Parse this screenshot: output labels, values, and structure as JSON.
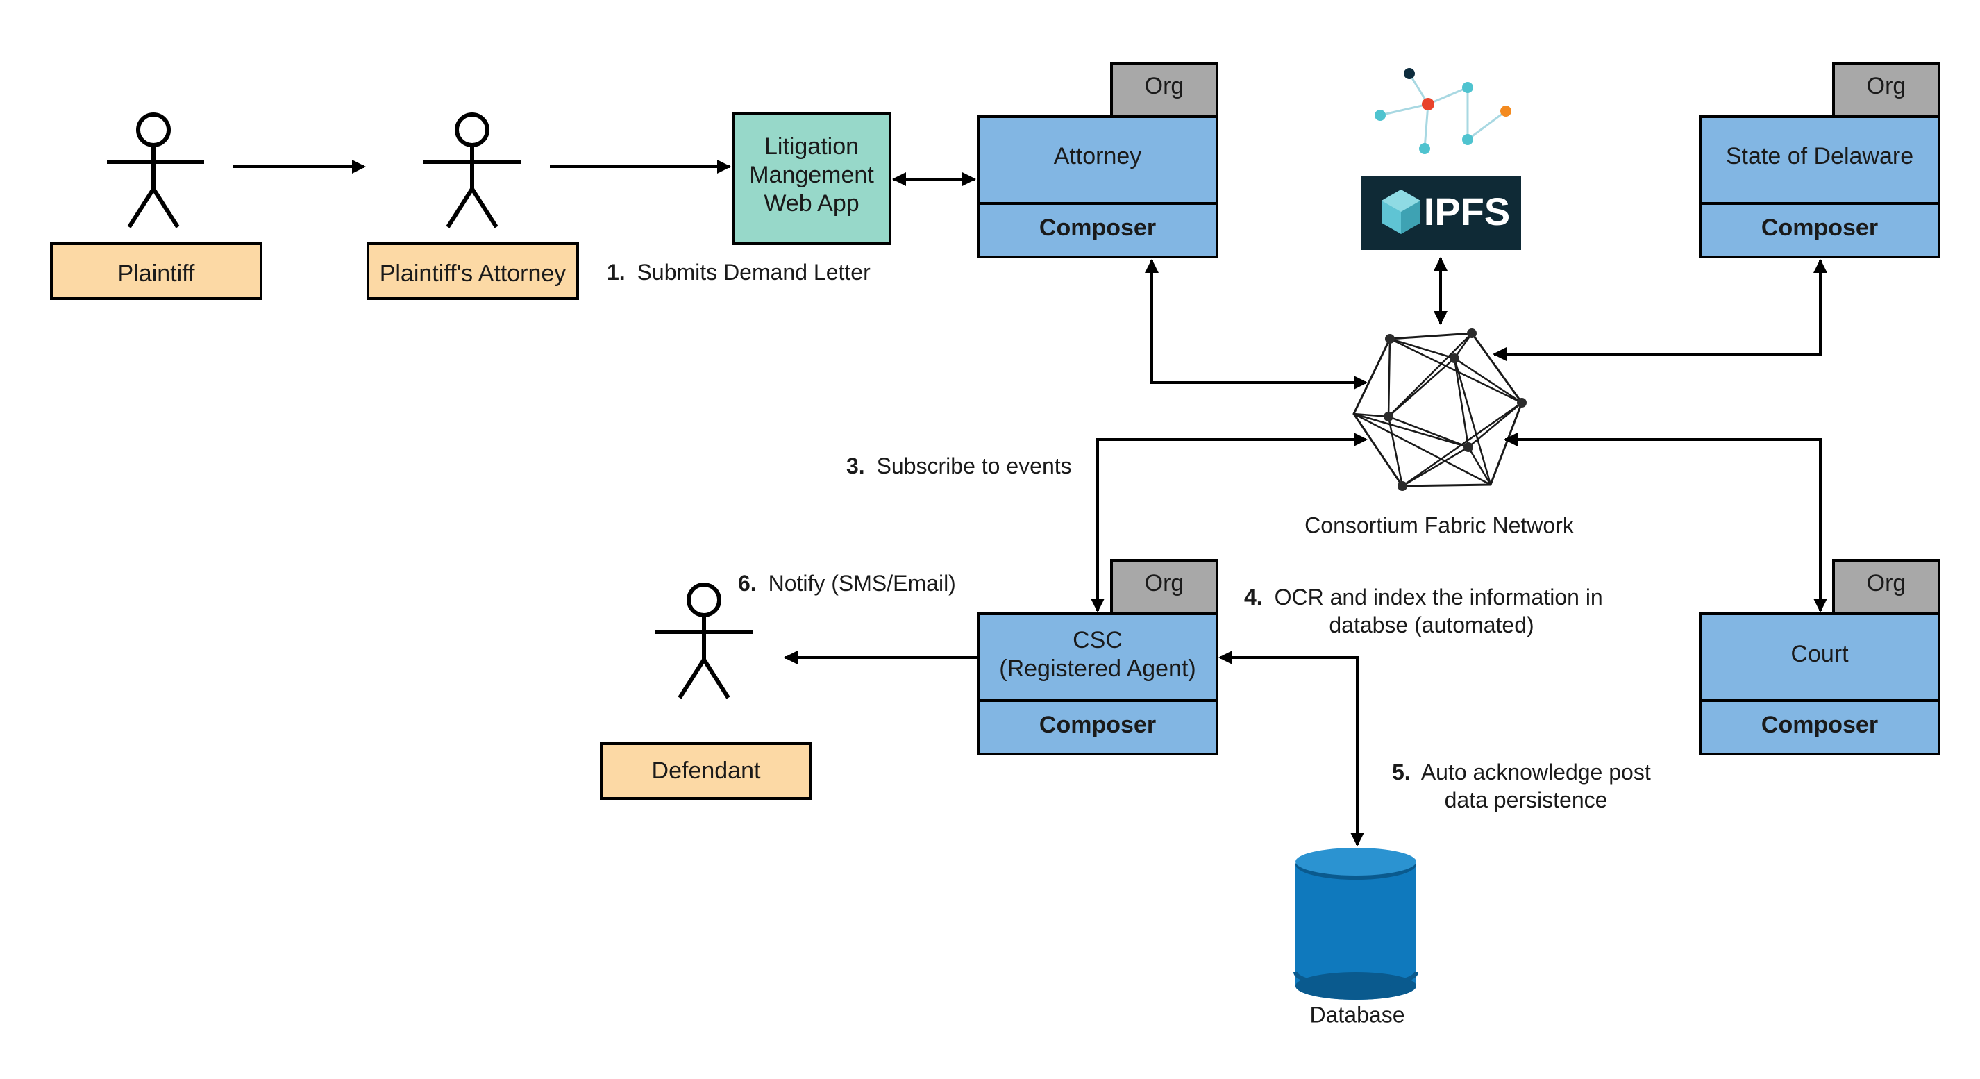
{
  "actors": {
    "plaintiff": "Plaintiff",
    "plaintiffs_attorney": "Plaintiff's Attorney",
    "defendant": "Defendant"
  },
  "web_app": {
    "line1": "Litigation",
    "line2": "Mangement",
    "line3": "Web App"
  },
  "nodes": {
    "org_label": "Org",
    "composer_label": "Composer",
    "attorney": "Attorney",
    "state": "State of Delaware",
    "csc_line1": "CSC",
    "csc_line2": "(Registered Agent)",
    "court": "Court"
  },
  "ipfs": {
    "label": "IPFS"
  },
  "network": {
    "label": "Consortium Fabric Network"
  },
  "database": {
    "label": "Database"
  },
  "steps": {
    "s1_num": "1.",
    "s1_text": "Submits Demand Letter",
    "s3_num": "3.",
    "s3_text": "Subscribe to events",
    "s4_num": "4.",
    "s4_line1": "OCR and index the information in",
    "s4_line2": "databse (automated)",
    "s5_num": "5.",
    "s5_line1": "Auto acknowledge post",
    "s5_line2": "data persistence",
    "s6_num": "6.",
    "s6_text": "Notify (SMS/Email)"
  },
  "colors": {
    "actor_box": "#fcd9a5",
    "web_app": "#97d8c9",
    "node_blue": "#82b6e3",
    "org_gray": "#a8a8a8",
    "ipfs_bg": "#0f2a36",
    "ipfs_cube": "#5fc4d4",
    "db_blue": "#0f79bd",
    "db_top": "#2b93d1",
    "db_dark": "#0a5a8e"
  },
  "icons": {
    "ipfs_graph": "network-graph-icon",
    "ipfs_cube": "cube-icon",
    "fabric": "icosahedron-icon",
    "database": "database-cylinder-icon",
    "actor": "stick-figure-icon"
  }
}
